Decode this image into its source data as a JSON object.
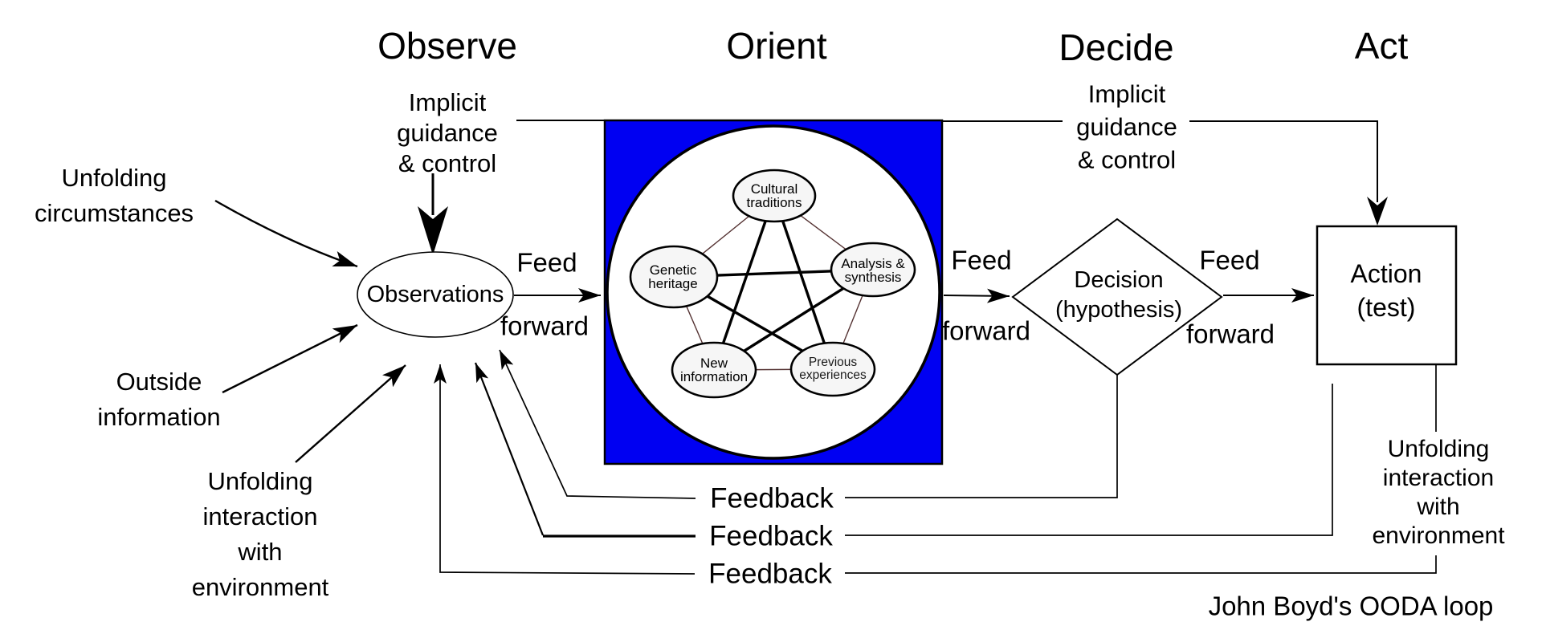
{
  "phase_titles": {
    "observe": "Observe",
    "orient": "Orient",
    "decide": "Decide",
    "act": "Act"
  },
  "inputs": {
    "unfolding_circumstances": {
      "lines": [
        "Unfolding",
        "circumstances"
      ]
    },
    "outside_information": {
      "lines": [
        "Outside",
        "information"
      ]
    },
    "unfolding_interaction": {
      "lines": [
        "Unfolding",
        "interaction",
        "with",
        "environment"
      ]
    }
  },
  "implicit_left": {
    "lines": [
      "Implicit",
      "guidance",
      "& control"
    ]
  },
  "implicit_right": {
    "lines": [
      "Implicit",
      "guidance",
      "& control"
    ]
  },
  "observations_label": "Observations",
  "orient_nodes": {
    "cultural": {
      "lines": [
        "Cultural",
        "traditions"
      ]
    },
    "genetic": {
      "lines": [
        "Genetic",
        "heritage"
      ]
    },
    "analysis": {
      "lines": [
        "Analysis &",
        "synthesis"
      ]
    },
    "new_info": {
      "lines": [
        "New",
        "information"
      ]
    },
    "previous": {
      "lines": [
        "Previous",
        "experiences"
      ]
    }
  },
  "decision": {
    "lines": [
      "Decision",
      "(hypothesis)"
    ]
  },
  "action": {
    "lines": [
      "Action",
      "(test)"
    ]
  },
  "feed_forward": {
    "feed": "Feed",
    "forward": "forward"
  },
  "feedback_label": "Feedback",
  "environment_right": {
    "lines": [
      "Unfolding",
      "interaction",
      "with",
      "environment"
    ]
  },
  "caption": "John Boyd's OODA loop",
  "colors": {
    "orient_box_blue": "#0000f2",
    "pentagon_line": "#553333",
    "node_fill": "#f6f6f6",
    "line": "#000000"
  }
}
